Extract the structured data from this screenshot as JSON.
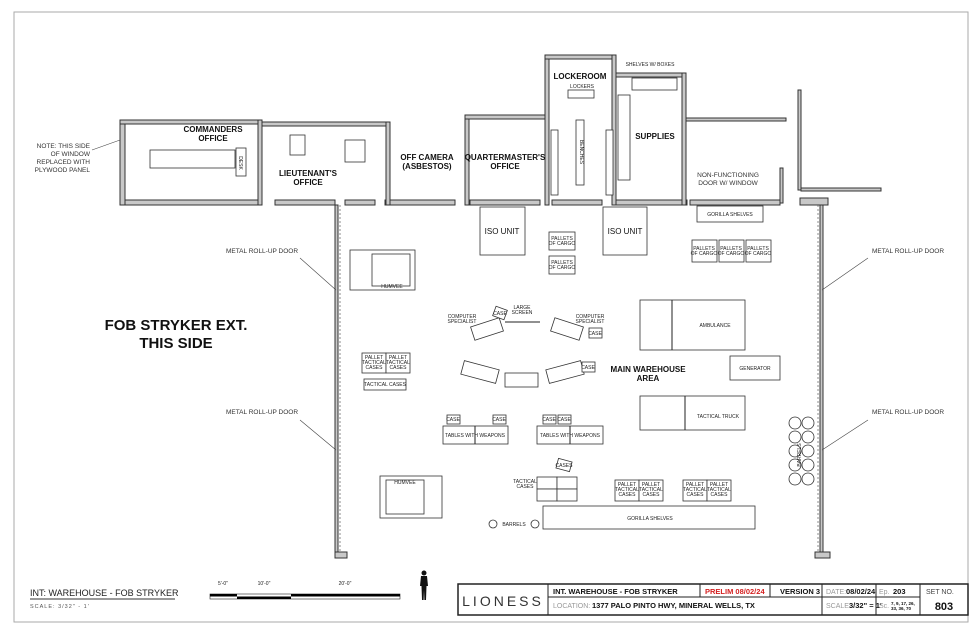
{
  "rooms": {
    "commanders": [
      "COMMANDERS",
      "OFFICE"
    ],
    "lieutenants": [
      "LIEUTENANT'S",
      "OFFICE"
    ],
    "off_camera": [
      "OFF CAMERA",
      "(ASBESTOS)"
    ],
    "quartermaster": [
      "QUARTERMASTER'S",
      "OFFICE"
    ],
    "lockeroom": "LOCKEROOM",
    "supplies": "SUPPLIES",
    "main_warehouse": [
      "MAIN WAREHOUSE",
      "AREA"
    ]
  },
  "notes": {
    "window_note": [
      "NOTE: THIS SIDE",
      "OF WINDOW",
      "REPLACED WITH",
      "PLYWOOD PANEL"
    ],
    "non_functioning_door": [
      "NON-FUNCTIONING",
      "DOOR W/ WINDOW"
    ],
    "roll_up_door": "METAL ROLL-UP DOOR",
    "fob_exterior": [
      "FOB STRYKER EXT.",
      "THIS SIDE"
    ]
  },
  "items": {
    "lockers": "LOCKERS",
    "benches": "BENCHES",
    "shelves_boxes": "SHELVES W/ BOXES",
    "desk": "DESK",
    "gorilla_shelves": "GORILLA SHELVES",
    "iso_unit": "ISO UNIT",
    "pallets_of_cargo": [
      "PALLETS",
      "OF CARGO"
    ],
    "humvee": "HUMVEE",
    "ambulance": "AMBULANCE",
    "tactical_truck": "TACTICAL TRUCK",
    "generator": "GENERATOR",
    "computer_specialist": [
      "COMPUTER",
      "SPECIALIST"
    ],
    "large_screen": [
      "LARGE",
      "SCREEN"
    ],
    "case": "CASE",
    "cases": "CASES",
    "pallet_tactical_cases": [
      "PALLET",
      "TACTICAL",
      "CASES"
    ],
    "tactical_cases": "TACTICAL CASES",
    "tactical_cases_stack": [
      "TACTICAL",
      "CASES"
    ],
    "tables_with_weapons": "TABLES WITH WEAPONS",
    "barrels": "BARRELS"
  },
  "footer": {
    "title": "INT: WAREHOUSE - FOB STRYKER",
    "scale": "SCALE: 3/32\" - 1'",
    "scale_bar": [
      "5'-0\"",
      "10'-0\"",
      "20'-0\""
    ]
  },
  "title_block": {
    "logo": "LIONESS",
    "set_name": "INT. WAREHOUSE - FOB STRYKER",
    "prelim": "PRELIM 08/02/24",
    "version": "VERSION 3",
    "date_label": "DATE:",
    "date": "08/02/24",
    "ep_label": "Ep.",
    "ep": "203",
    "set_no_label": "SET NO.",
    "set_no": "803",
    "location_label": "LOCATION:",
    "location": "1377 PALO PINTO HWY, MINERAL WELLS, TX",
    "scale_label": "SCALE:",
    "scale": "3/32\" = 1'",
    "sc_label": "Sc.",
    "scenes": [
      "7, 9, 17, 26,",
      "33, 36, 70"
    ]
  },
  "colors": {
    "prelim": "#d42020",
    "wall": "#c8c8c8",
    "frame": "#aaaaaa"
  }
}
